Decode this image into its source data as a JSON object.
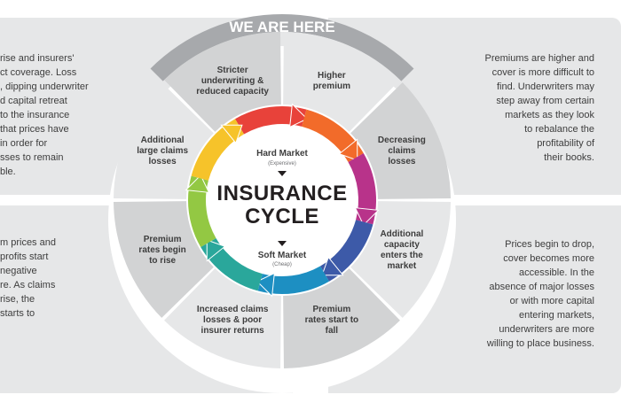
{
  "banner": "WE ARE HERE",
  "center": {
    "title_line1": "INSURANCE",
    "title_line2": "CYCLE",
    "hard_market": "Hard Market",
    "hard_market_sub": "(Expensive)",
    "soft_market": "Soft Market",
    "soft_market_sub": "(Cheap)"
  },
  "segments": [
    {
      "lines": [
        "Stricter",
        "underwriting &",
        "reduced capacity"
      ]
    },
    {
      "lines": [
        "Higher",
        "premium"
      ]
    },
    {
      "lines": [
        "Decreasing",
        "claims",
        "losses"
      ]
    },
    {
      "lines": [
        "Additional",
        "capacity",
        "enters the",
        "market"
      ]
    },
    {
      "lines": [
        "Premium",
        "rates start to",
        "fall"
      ]
    },
    {
      "lines": [
        "Increased claims",
        "losses & poor",
        "insurer returns"
      ]
    },
    {
      "lines": [
        "Premium",
        "rates begin",
        "to rise"
      ]
    },
    {
      "lines": [
        "Additional",
        "large claims",
        "losses"
      ]
    }
  ],
  "side_text": {
    "top_left": [
      "rise and insurers'",
      "ct coverage. Loss",
      ", dipping underwriter",
      "d capital retreat",
      "to the insurance",
      "that prices have",
      "in order for",
      "sses to remain",
      "ble."
    ],
    "bottom_left": [
      "m prices and",
      "profits start",
      "negative",
      "re. As claims",
      "rise, the",
      "starts to"
    ],
    "top_right": [
      "Premiums are higher and",
      "cover is more difficult to",
      "find. Underwriters may",
      "step away from certain",
      "markets as they look",
      "to rebalance the",
      "profitability of",
      "their books."
    ],
    "bottom_right": [
      "Prices begin to drop,",
      "cover becomes more",
      "accessible. In the",
      "absence of major losses",
      "or with more capital",
      "entering markets,",
      "underwriters are more",
      "willing to place business."
    ]
  },
  "colors": {
    "panel": "#e6e7e8",
    "segment_light": "#e6e7e8",
    "segment_dark": "#d2d3d4",
    "dark_banner": "#a7a9ac",
    "text": "#3d3d3d",
    "ring": [
      "#e8423a",
      "#f26b2a",
      "#b8338a",
      "#3d5aa8",
      "#1d8fc2",
      "#2aa79b",
      "#93c843",
      "#f6c32a"
    ]
  }
}
